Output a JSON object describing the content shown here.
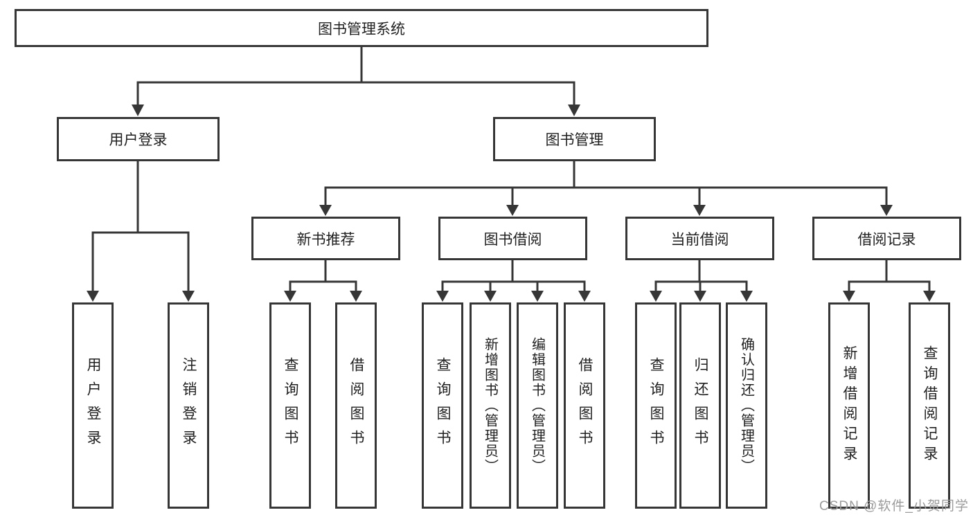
{
  "diagram": {
    "root": {
      "label": "图书管理系统"
    },
    "level2": [
      {
        "label": "用户登录"
      },
      {
        "label": "图书管理"
      }
    ],
    "level3": [
      {
        "label": "新书推荐"
      },
      {
        "label": "图书借阅"
      },
      {
        "label": "当前借阅"
      },
      {
        "label": "借阅记录"
      }
    ],
    "leaves": {
      "user_login": [
        {
          "label": "用户登录"
        },
        {
          "label": "注销登录"
        }
      ],
      "new_book": [
        {
          "label": "查询图书"
        },
        {
          "label": "借阅图书"
        }
      ],
      "book_borrow": [
        {
          "label": "查询图书"
        },
        {
          "label": "新增图书（管理员）"
        },
        {
          "label": "编辑图书（管理员）"
        },
        {
          "label": "借阅图书"
        }
      ],
      "current_borrow": [
        {
          "label": "查询图书"
        },
        {
          "label": "归还图书"
        },
        {
          "label": "确认归还（管理员）"
        }
      ],
      "borrow_record": [
        {
          "label": "新增借阅记录"
        },
        {
          "label": "查询借阅记录"
        }
      ]
    },
    "watermark": "CSDN @软件_小贺同学",
    "colors": {
      "line": "#363636",
      "border": "#363636",
      "text": "#1f1f1f",
      "watermark": "#9b9b9b",
      "background": "#ffffff"
    }
  }
}
